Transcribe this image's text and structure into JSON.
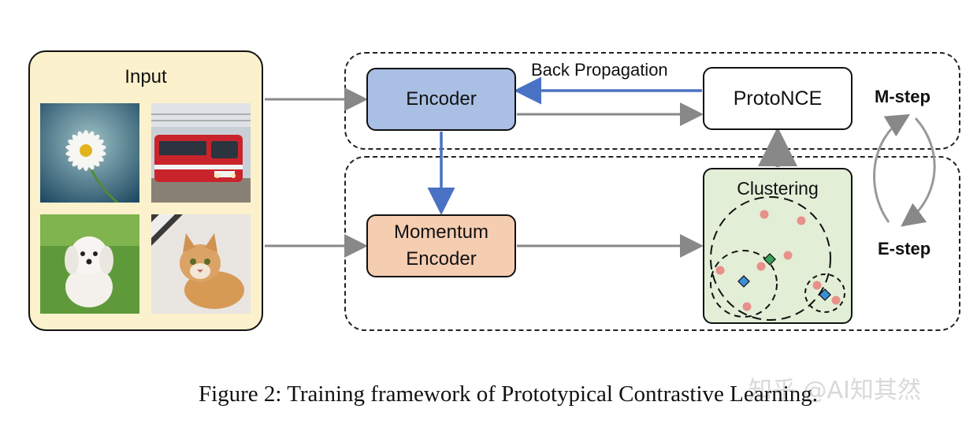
{
  "input": {
    "title": "Input"
  },
  "encoder": {
    "label": "Encoder"
  },
  "momentum_encoder": {
    "line1": "Momentum",
    "line2": "Encoder"
  },
  "protonce": {
    "label": "ProtoNCE"
  },
  "clustering": {
    "label": "Clustering"
  },
  "back_propagation": {
    "label": "Back Propagation"
  },
  "steps": {
    "m_step": "M-step",
    "e_step": "E-step"
  },
  "caption": "Figure 2: Training framework of Prototypical Contrastive Learning.",
  "watermark": "知乎 @AI知其然",
  "icons": {
    "flower": "daisy-photo",
    "train": "red-train-photo",
    "dog": "white-dog-photo",
    "cat": "tabby-cat-photo"
  },
  "colors": {
    "input_bg": "#fbf1cc",
    "encoder_bg": "#a9bfe3",
    "momentum_bg": "#f5cdb1",
    "clustering_bg": "#e2eed6",
    "blue_arrow": "#4a72c4",
    "gray_arrow": "#888888",
    "point": "#e8908a",
    "prototype_green": "#3aa05a",
    "prototype_blue": "#3b8fd8"
  }
}
